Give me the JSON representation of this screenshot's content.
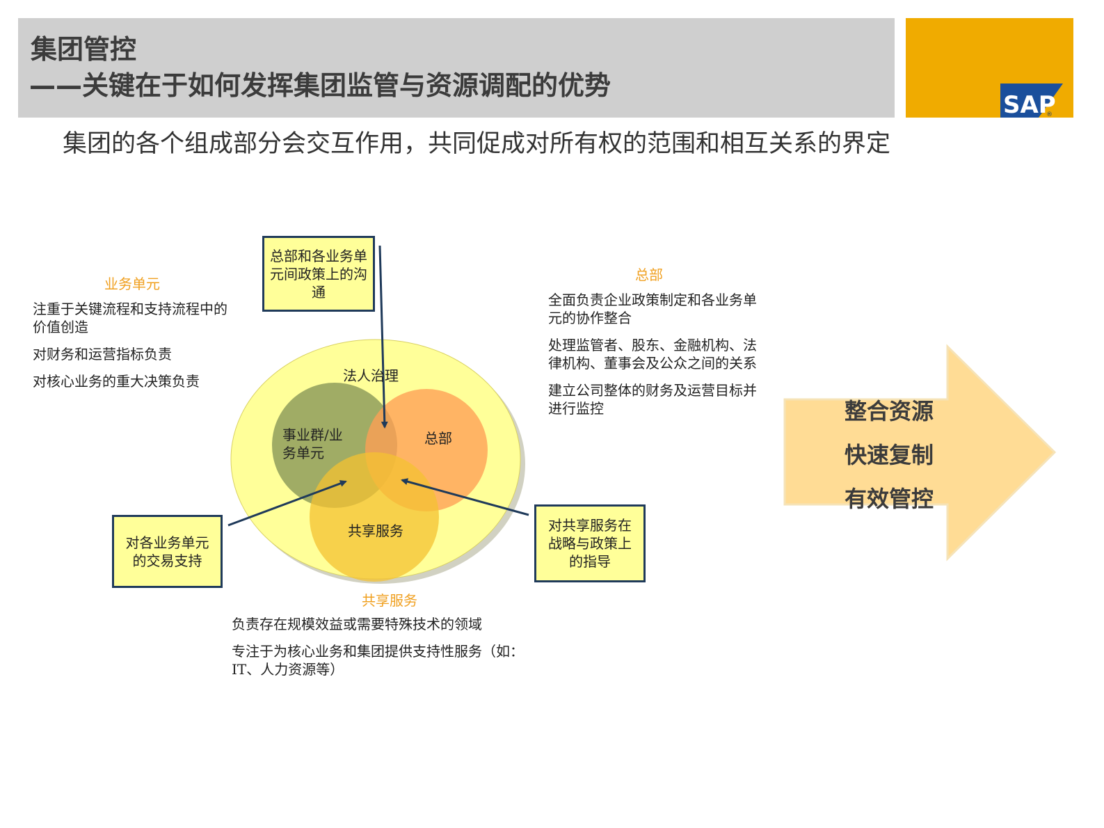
{
  "header": {
    "title_line1": "集团管控",
    "title_line2": "——关键在于如何发挥集团监管与资源调配的优势",
    "logo_text": "SAP",
    "logo_mark": "®"
  },
  "subtitle": "集团的各个组成部分会交互作用，共同促成对所有权的范围和相互关系的界定",
  "business_unit": {
    "heading": "业务单元",
    "items": [
      "注重于关键流程和支持流程中的价值创造",
      "对财务和运营指标负责",
      "对核心业务的重大决策负责"
    ]
  },
  "headquarters": {
    "heading": "总部",
    "items": [
      "全面负责企业政策制定和各业务单元的协作整合",
      "处理监管者、股东、金融机构、法律机构、董事会及公众之间的关系",
      "建立公司整体的财务及运营目标并进行监控"
    ]
  },
  "shared_services": {
    "heading": "共享服务",
    "items": [
      "负责存在规模效益或需要特殊技术的领域",
      "专注于为核心业务和集团提供支持性服务（如：IT、人力资源等）"
    ]
  },
  "venn": {
    "outer_label": "法人治理",
    "circle_bu_label": "事业群/业务单元",
    "circle_hq_label": "总部",
    "circle_ss_label": "共享服务"
  },
  "callouts": {
    "top": "总部和各业务单元间政策上的沟通",
    "left": "对各业务单元的交易支持",
    "right": "对共享服务在战略与政策上的指导"
  },
  "big_arrow": {
    "lines": [
      "整合资源",
      "快速复制",
      "有效管控"
    ]
  }
}
